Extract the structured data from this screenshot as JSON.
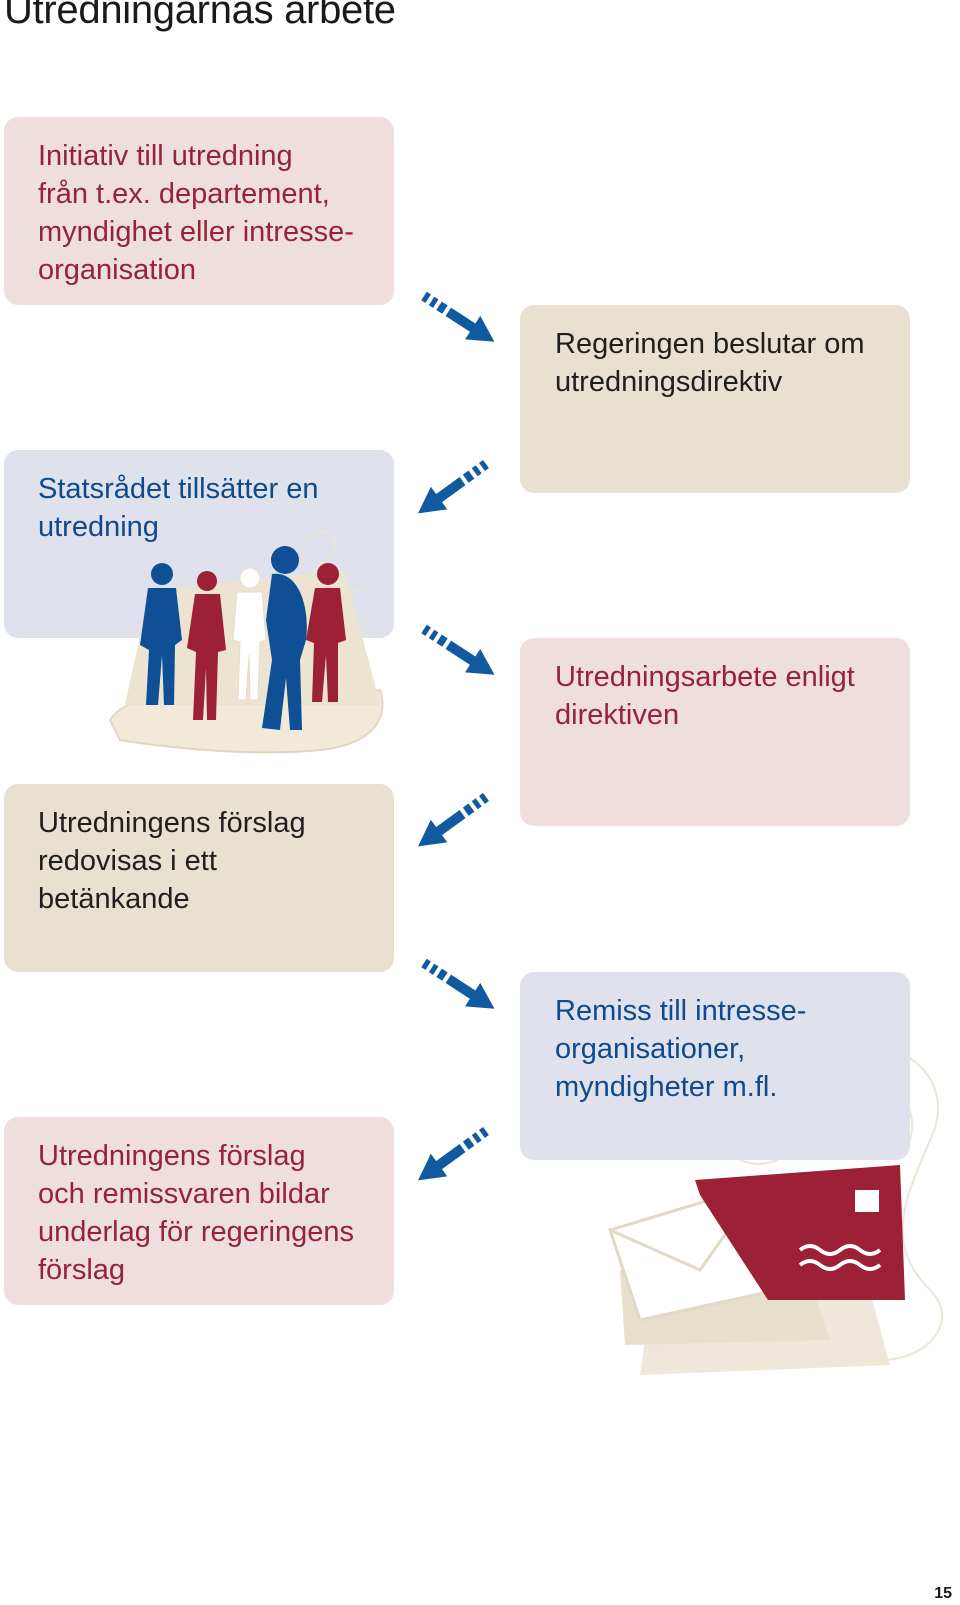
{
  "page": {
    "title": "Utredningarnas arbete",
    "page_number": "15"
  },
  "steps": [
    {
      "text": "Initiativ till utredning\nfrån t.ex. departement,\nmyndighet eller intresse-\norganisation",
      "bg": "#efdede",
      "color": "#96233a"
    },
    {
      "text": "Regeringen beslutar om\nutredningsdirektiv",
      "bg": "#e9e1d0",
      "color": "#1f1f1f"
    },
    {
      "text": "Statsrådet tillsätter en\nutredning",
      "bg": "#dfe1ec",
      "color": "#104a8a"
    },
    {
      "text": "Utredningsarbete enligt\ndirektiven",
      "bg": "#efdede",
      "color": "#96233a"
    },
    {
      "text": "Utredningens förslag\nredovisas i ett\nbetänkande",
      "bg": "#e9e1d0",
      "color": "#1f1f1f"
    },
    {
      "text": "Remiss till intresse-\norganisationer,\nmyndigheter m.fl.",
      "bg": "#dfe1ec",
      "color": "#104a8a"
    },
    {
      "text": "Utredningens förslag\noch remissvaren bildar\nunderlag för regeringens\nförslag",
      "bg": "#efdede",
      "color": "#96233a"
    }
  ],
  "colors": {
    "arrow": "#115aa0",
    "figure_blue": "#0f4f96",
    "figure_red": "#9c2036",
    "figure_white": "#ffffff",
    "ground": "#eee6d6",
    "envelope_red": "#9c2036"
  },
  "illustrations": [
    "people-group-illustration",
    "envelope-illustration"
  ]
}
